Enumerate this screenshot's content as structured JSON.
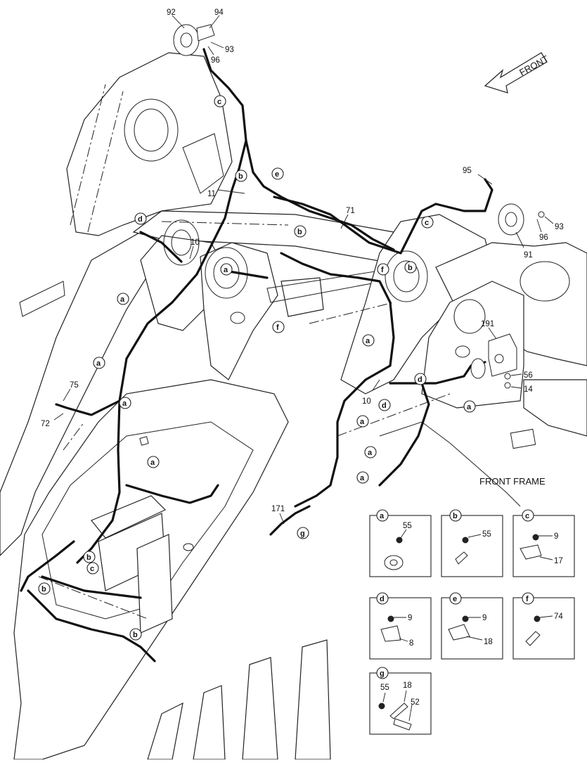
{
  "front_arrow": {
    "label": "FRONT"
  },
  "section_title": "FRONT FRAME",
  "part_numbers": {
    "p92": "92",
    "p94": "94",
    "p93a": "93",
    "p96a": "96",
    "p95": "95",
    "p93b": "93",
    "p96b": "96",
    "p91": "91",
    "p11": "11",
    "p71": "71",
    "p10a": "10",
    "p10b": "10",
    "p191": "191",
    "p56": "56",
    "p14": "14",
    "p75": "75",
    "p72": "72",
    "p171": "171"
  },
  "callout_letters": {
    "c1": "c",
    "b1": "b",
    "e1": "e",
    "c2": "c",
    "b2": "b",
    "b3": "b",
    "d1": "d",
    "a1": "a",
    "a2": "a",
    "f1": "f",
    "f2": "f",
    "a3": "a",
    "a4": "a",
    "a5": "a",
    "b4": "b",
    "c3": "c",
    "b5": "b",
    "b6": "b",
    "a6": "a",
    "d2": "d",
    "d3": "d",
    "a7": "a",
    "a8": "a",
    "a9": "a",
    "a10": "a",
    "g1": "g"
  },
  "details": [
    {
      "letter": "a",
      "labels": [
        "55"
      ]
    },
    {
      "letter": "b",
      "labels": [
        "55"
      ]
    },
    {
      "letter": "c",
      "labels": [
        "9",
        "17"
      ]
    },
    {
      "letter": "d",
      "labels": [
        "9",
        "8"
      ]
    },
    {
      "letter": "e",
      "labels": [
        "9",
        "18"
      ]
    },
    {
      "letter": "f",
      "labels": [
        "74"
      ]
    },
    {
      "letter": "g",
      "labels": [
        "55",
        "18",
        "52"
      ]
    }
  ]
}
